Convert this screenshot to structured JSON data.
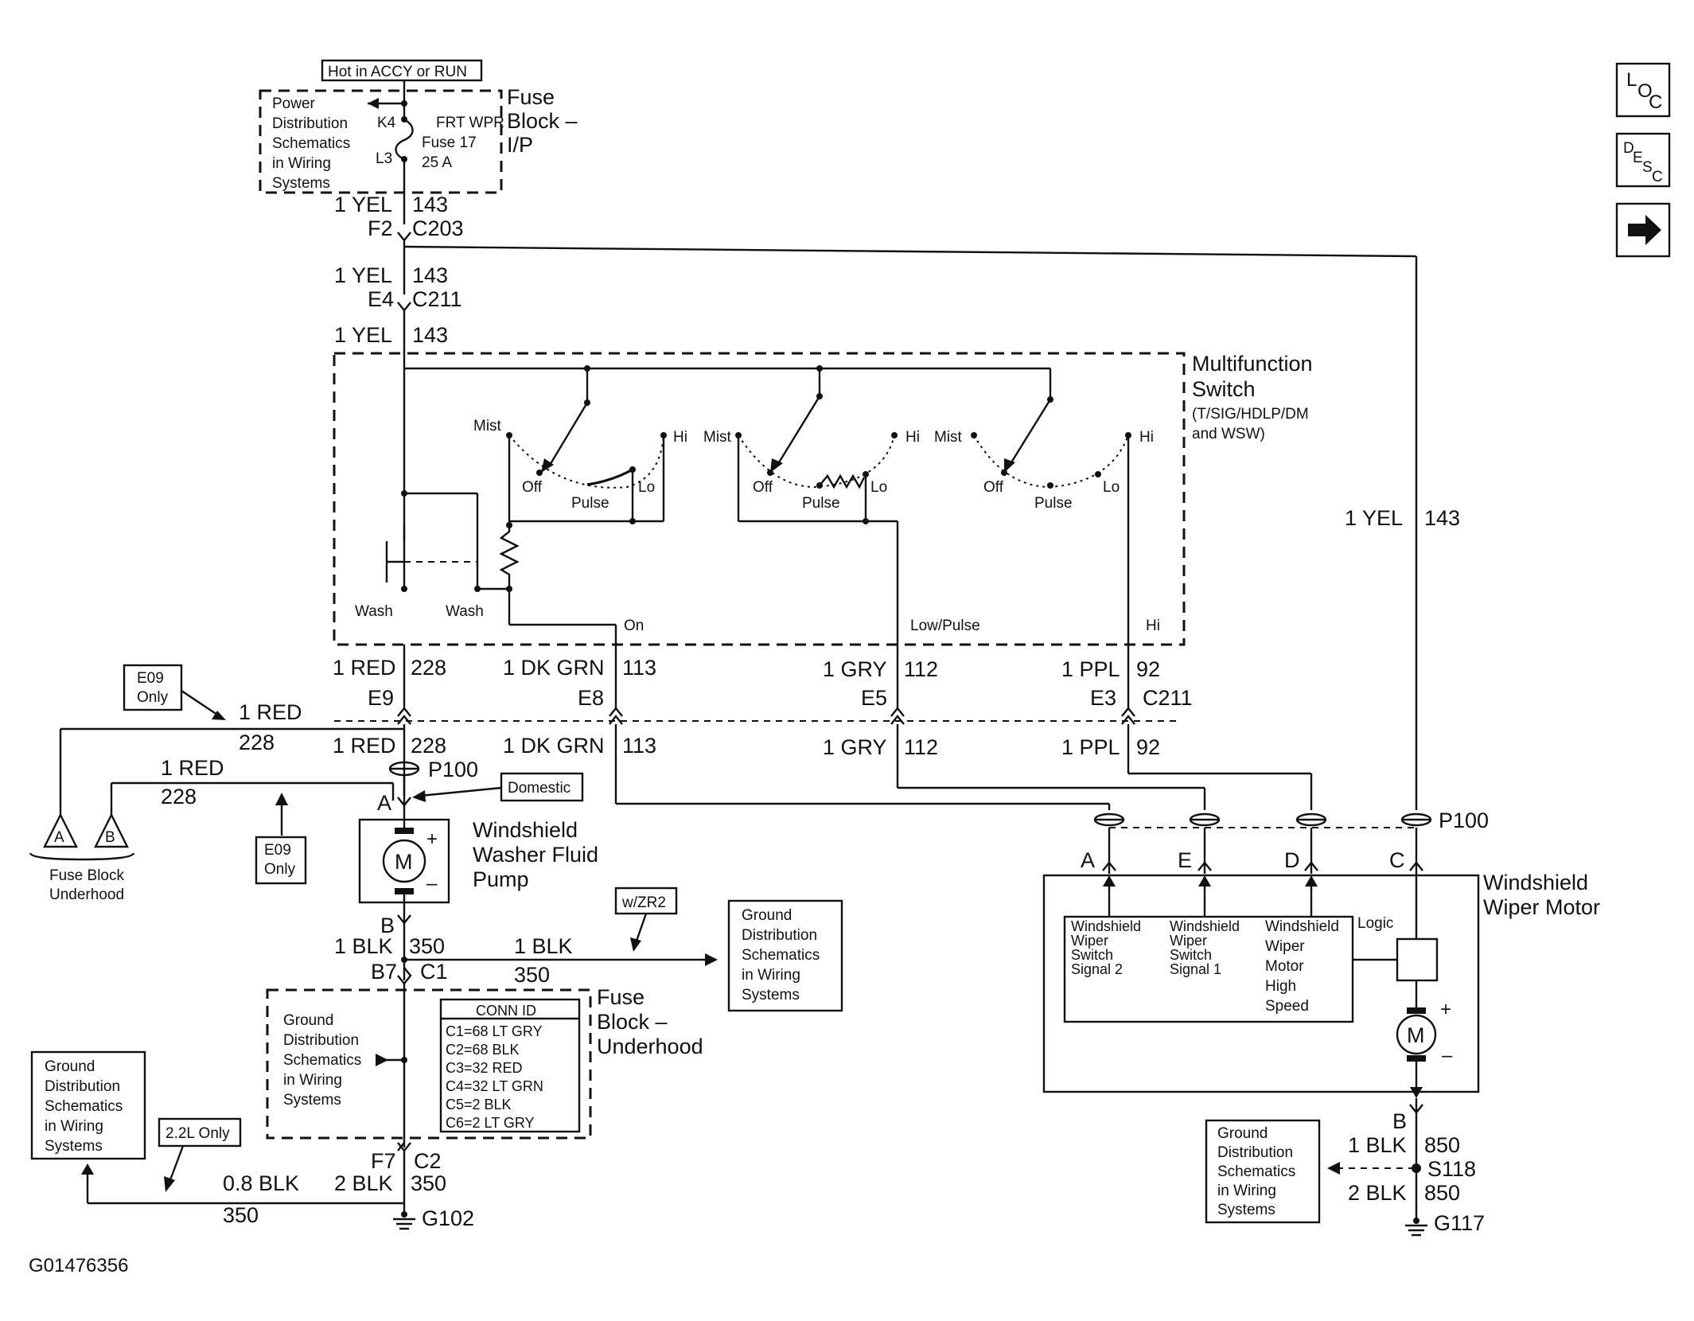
{
  "nav": {
    "loc": [
      "L",
      "O",
      "C"
    ],
    "desc": [
      "D",
      "E",
      "S",
      "C"
    ],
    "next_arrow_icon": "right-arrow-icon"
  },
  "fuse_ip": {
    "hot_label": "Hot in ACCY or RUN",
    "title": [
      "Fuse",
      "Block –",
      "I/P"
    ],
    "power_dist": [
      "Power",
      "Distribution",
      "Schematics",
      "in Wiring",
      "Systems"
    ],
    "k4": "K4",
    "l3": "L3",
    "fuse_text": [
      "FRT WPR",
      "Fuse 17",
      "25 A"
    ]
  },
  "feed": {
    "w1": "1 YEL",
    "c1": "143",
    "f2": "F2",
    "c203": "C203",
    "w2": "1 YEL",
    "c2": "143",
    "e4": "E4",
    "c211": "C211",
    "w3": "1 YEL",
    "c3": "143"
  },
  "mfs": {
    "title": [
      "Multifunction",
      "Switch"
    ],
    "sub": [
      "(T/SIG/HDLP/DM",
      "and WSW)"
    ],
    "mist": "Mist",
    "hi": "Hi",
    "off": "Off",
    "pulse": "Pulse",
    "lo": "Lo",
    "wash": "Wash",
    "on": "On",
    "low_pulse": "Low/Pulse",
    "hi_out": "Hi"
  },
  "circuits": {
    "red": "1 RED",
    "red_c": "228",
    "e9": "E9",
    "grn": "1 DK GRN",
    "grn_c": "113",
    "e8": "E8",
    "gry": "1 GRY",
    "gry_c": "112",
    "e5": "E5",
    "ppl": "1 PPL",
    "ppl_c": "92",
    "e3": "E3",
    "c211": "C211",
    "p100": "P100",
    "yel_right": "1 YEL",
    "yel_right_c": "143"
  },
  "left": {
    "e09_only": [
      "E09",
      "Only"
    ],
    "red": "1 RED",
    "red_c": "228",
    "tri_a": "A",
    "tri_b": "B",
    "fuse_block_uh": [
      "Fuse Block",
      "Underhood"
    ],
    "domestic": "Domestic"
  },
  "pump": {
    "a": "A",
    "b": "B",
    "m": "M",
    "plus": "+",
    "minus": "–",
    "title": [
      "Windshield",
      "Washer Fluid",
      "Pump"
    ]
  },
  "ground_lower": {
    "blk": "1 BLK",
    "blk_c": "350",
    "b7": "B7",
    "c1": "C1",
    "wzr2": "w/ZR2",
    "blk2": "1 BLK",
    "blk2_c": "350",
    "gds1": [
      "Ground",
      "Distribution",
      "Schematics",
      "in Wiring",
      "Systems"
    ],
    "gds2": [
      "Ground",
      "Distribution",
      "Schematics",
      "in Wiring",
      "Systems"
    ],
    "gds3": [
      "Ground",
      "Distribution",
      "Schematics",
      "in Wiring",
      "Systems"
    ],
    "conn_id_title": "CONN ID",
    "conn_id": [
      "C1=68 LT GRY",
      "C2=68 BLK",
      "C3=32 RED",
      "C4=32 LT GRN",
      "C5=2 BLK",
      "C6=2 LT GRY"
    ],
    "fuse_uh_title": [
      "Fuse",
      "Block –",
      "Underhood"
    ],
    "f7": "F7",
    "c2": "C2",
    "blk3": "2 BLK",
    "blk3_c": "350",
    "only22": "2.2L Only",
    "blk08": "0.8 BLK",
    "blk08_c": "350",
    "g102": "G102"
  },
  "motor": {
    "p100": "P100",
    "pins": [
      "A",
      "E",
      "D",
      "C"
    ],
    "title": [
      "Windshield",
      "Wiper Motor"
    ],
    "sig2": [
      "Windshield",
      "Wiper",
      "Switch",
      "Signal 2"
    ],
    "sig1": [
      "Windshield",
      "Wiper",
      "Switch",
      "Signal 1"
    ],
    "hs": [
      "Windshield",
      "Wiper",
      "Motor",
      "High",
      "Speed"
    ],
    "logic": "Logic",
    "m": "M",
    "plus": "+",
    "minus": "–",
    "b": "B",
    "blk": "1 BLK",
    "blk_c": "850",
    "s118": "S118",
    "blk2": "2 BLK",
    "blk2_c": "850",
    "g117": "G117",
    "gds": [
      "Ground",
      "Distribution",
      "Schematics",
      "in Wiring",
      "Systems"
    ]
  },
  "figure_id": "G01476356"
}
